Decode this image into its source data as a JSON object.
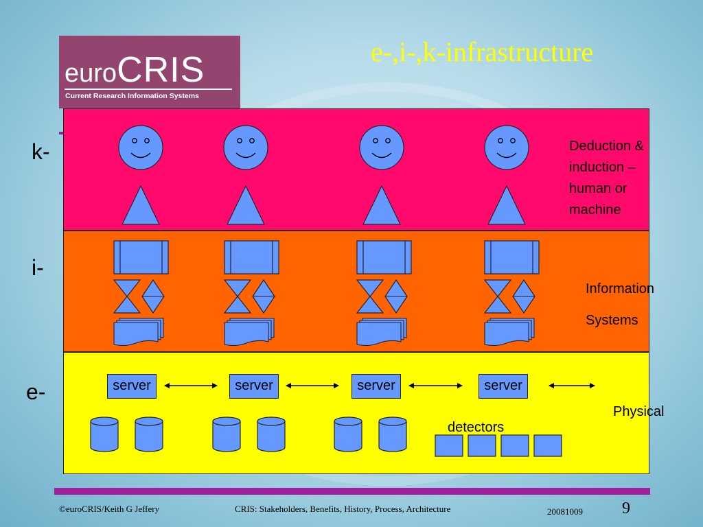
{
  "logo": {
    "euro": "euro",
    "cris": "CRIS",
    "subtitle": "Current Research Information Systems"
  },
  "title": "e-,i-,k-infrastructure",
  "layers": {
    "k": {
      "label": "k-",
      "description": [
        "Deduction &",
        "induction –",
        "human or",
        "machine"
      ]
    },
    "i": {
      "label": "i-",
      "description": [
        "Information",
        "Systems"
      ]
    },
    "e": {
      "label": "e-",
      "description": [
        "Physical"
      ]
    }
  },
  "servers": [
    "server",
    "server",
    "server",
    "server"
  ],
  "detectors_label": "detectors",
  "footer": {
    "copyright": "©euroCRIS/Keith G Jeffery",
    "subject": "CRIS: Stakeholders, Benefits, History, Process, Architecture",
    "date": "20081009",
    "page": "9"
  },
  "colors": {
    "k_layer": "#ff0a6c",
    "i_layer": "#ff6400",
    "e_layer": "#ffff00",
    "shape_fill": "#6699ff",
    "title": "#ffff00",
    "logo_bg": "#93456f",
    "footer_bar": "#a020a0"
  }
}
